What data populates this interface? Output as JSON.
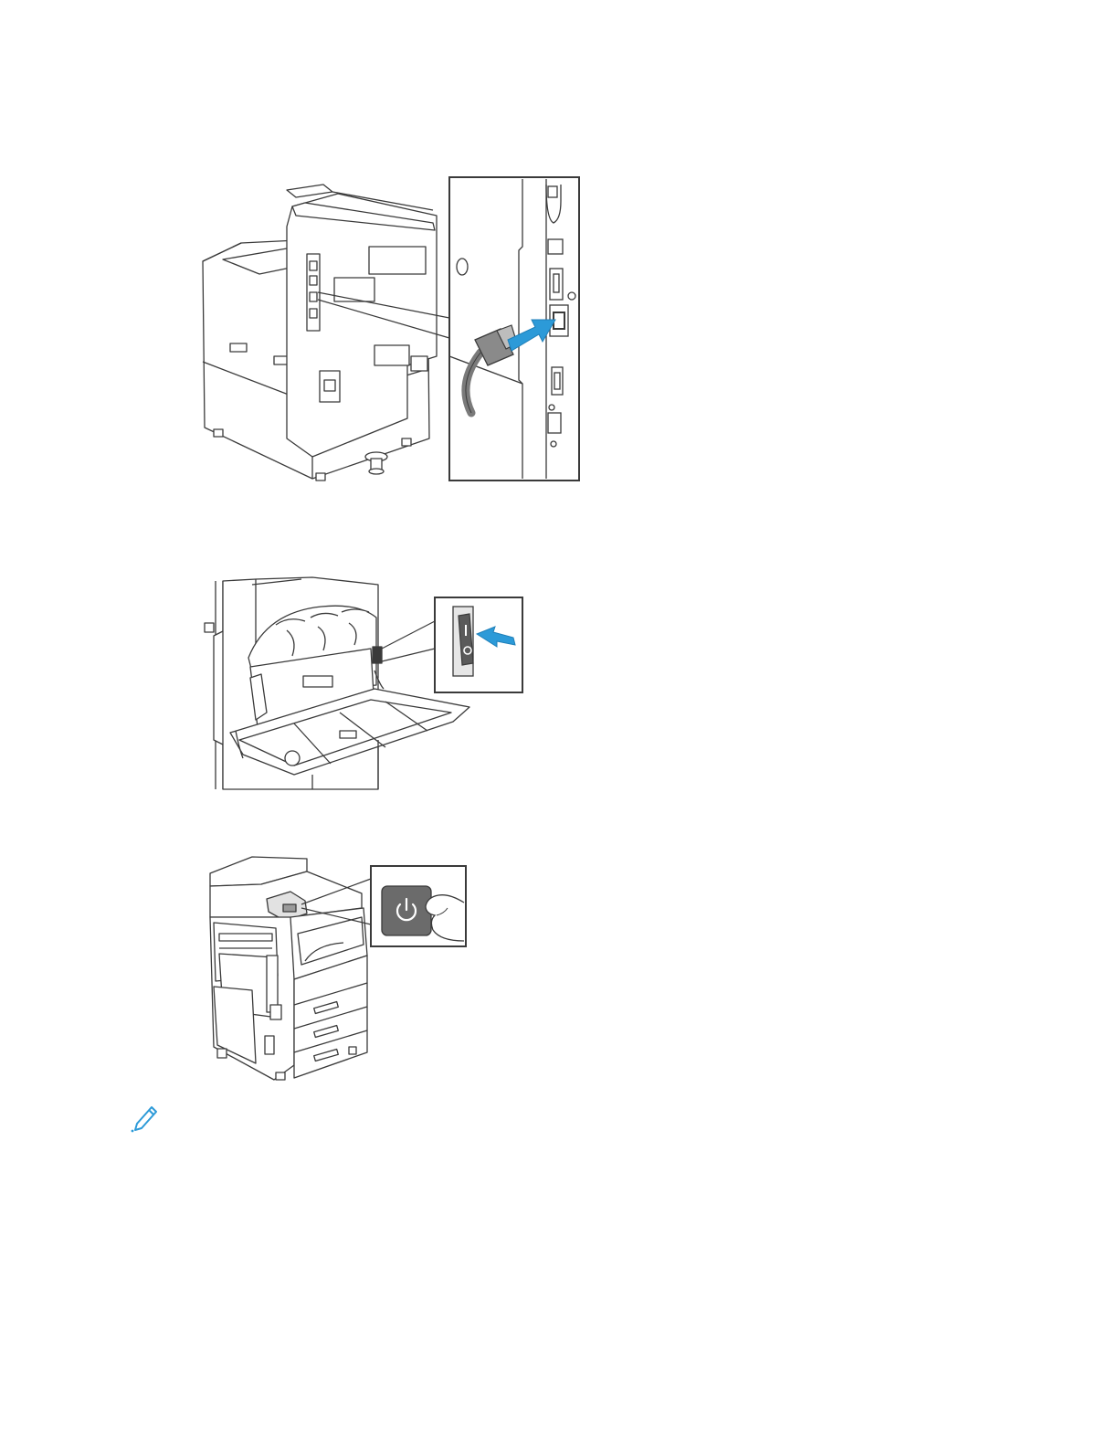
{
  "page": {
    "background": "#ffffff"
  },
  "colors": {
    "line": "#3a3a3a",
    "accent_blue": "#2c9ad8",
    "button_gray": "#6b6b6b",
    "cable_gray": "#7a7a7a"
  },
  "figures": [
    {
      "id": "network-figure",
      "icon": "ethernet-cable-connection-illustration"
    },
    {
      "id": "power-switch-figure",
      "icon": "main-power-switch-illustration"
    },
    {
      "id": "power-button-figure",
      "icon": "power-button-press-illustration"
    }
  ],
  "note": {
    "icon": "pencil-note-icon"
  }
}
